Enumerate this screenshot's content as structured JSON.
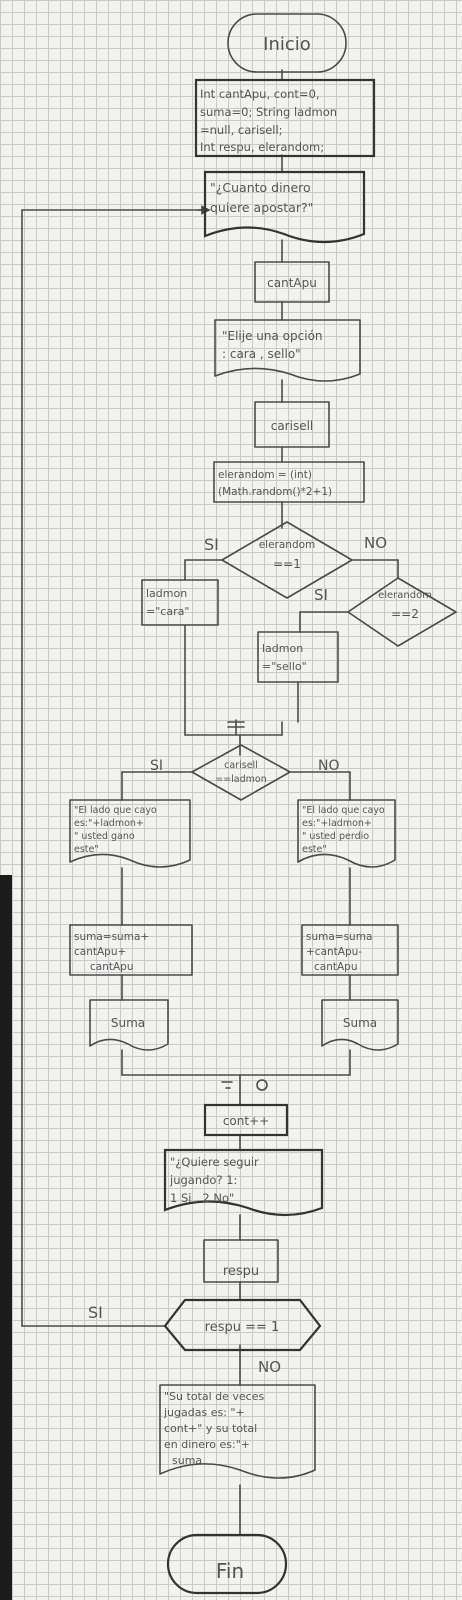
{
  "diagram": {
    "start": "Inicio",
    "declarations": [
      "Int cantApu, cont=0,",
      "suma=0; String ladmon",
      "=null, carisell;",
      "Int respu, elerandom;"
    ],
    "input_prompt_1": [
      "\"¿Cuanto dinero",
      "quiere apostar?\""
    ],
    "read_1": "cantApu",
    "output_1": [
      "\"Elije una opción",
      ": cara , sello\""
    ],
    "read_2": "carisell",
    "assign_random": [
      "elerandom = (int)",
      "(Math.random()*2+1)"
    ],
    "decision_1": {
      "text": [
        "elerandom",
        "==1"
      ],
      "yes": "SI",
      "no": "NO"
    },
    "assign_cara": [
      "ladmon",
      "=\"cara\""
    ],
    "decision_2": {
      "text": [
        "elerandom",
        "==2"
      ],
      "yes": "SI"
    },
    "assign_sello": [
      "ladmon",
      "=\"sello\""
    ],
    "decision_3": {
      "text": [
        "carisell",
        "==ladmon"
      ],
      "yes": "SI",
      "no": "NO"
    },
    "output_win": [
      "\"El lado que cayo",
      "es:\"+ladmon+",
      "\" usted gano",
      "este\""
    ],
    "output_lose": [
      "\"El lado que cayo",
      "es:\"+ladmon+",
      "\" usted perdio",
      "este\""
    ],
    "sum_win": [
      "suma=suma+",
      "cantApu+",
      "cantApu"
    ],
    "sum_lose": [
      "suma=suma",
      "+cantApu-",
      "cantApu"
    ],
    "print_suma_left": "Suma",
    "print_suma_right": "Suma",
    "increment": "cont++",
    "output_continue": [
      "\"¿Quiere seguir",
      "jugando? 1:",
      "1 Si , 2 No\""
    ],
    "read_3": "respu",
    "decision_4": {
      "text": "respu == 1",
      "yes": "SI",
      "no": "NO"
    },
    "output_total": [
      "\"Su total de veces",
      "jugadas es: \"+",
      "cont+\" y su total",
      "en dinero es:\"+",
      "suma"
    ],
    "end": "Fin"
  }
}
